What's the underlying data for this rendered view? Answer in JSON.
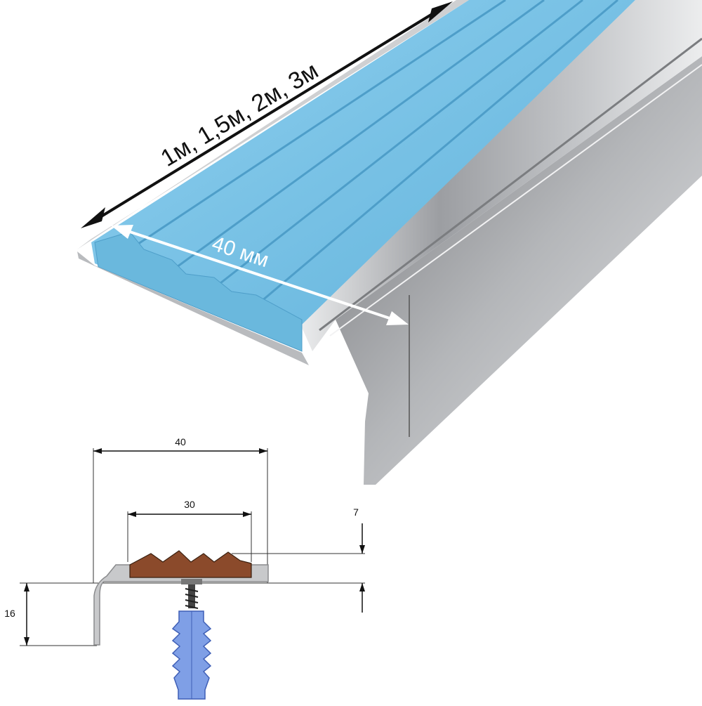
{
  "photo": {
    "length_label": "1м, 1,5м, 2м, 3м",
    "width_label": "40 мм",
    "colors": {
      "insert": "#7fc4e6",
      "aluminium": "#a9abae",
      "arrow_dark": "#111111",
      "arrow_light": "#ffffff"
    }
  },
  "drawing": {
    "dim_total_width": "40",
    "dim_insert_width": "30",
    "dim_height": "16",
    "dim_insert_thickness": "7",
    "colors": {
      "insert": "#8b4a2b",
      "profile": "#c8c9cb",
      "dowel": "#7f9fe6",
      "screw": "#444444"
    }
  }
}
